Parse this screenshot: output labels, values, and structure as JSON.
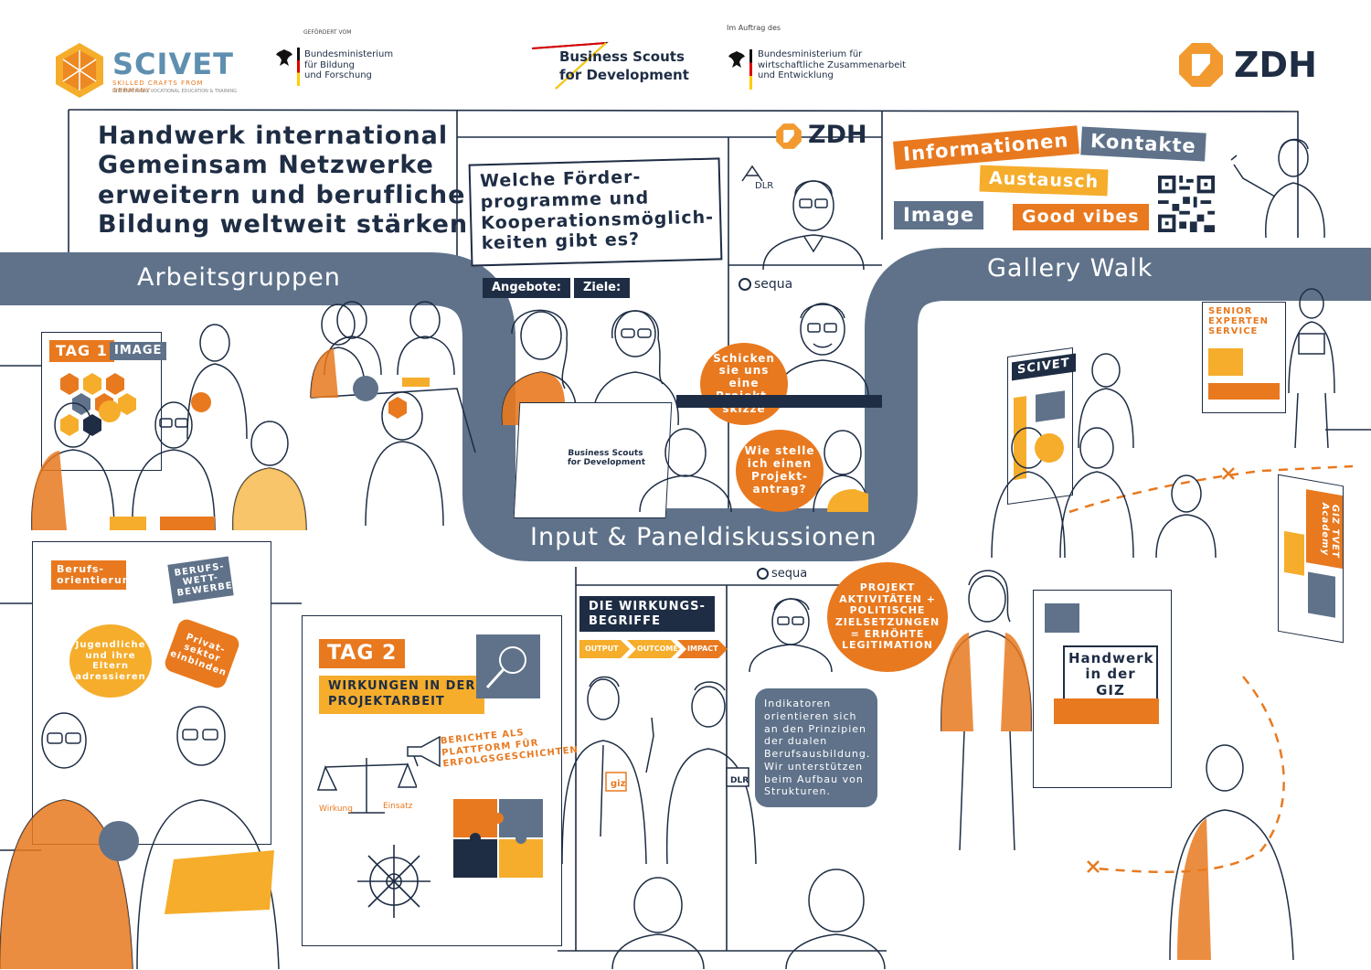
{
  "header": {
    "scivet_name": "SCIVET",
    "scivet_tagline": "SKILLED CRAFTS FROM GERMANY",
    "scivet_sub": "INTERNATIONAL VOCATIONAL EDUCATION & TRAINING",
    "bmbf_label": "GEFÖRDERT VOM",
    "bmbf_line1": "Bundesministerium",
    "bmbf_line2": "für Bildung",
    "bmbf_line3": "und Forschung",
    "bsfd_line1": "Business Scouts",
    "bsfd_line2": "for Development",
    "bmz_label": "Im Auftrag des",
    "bmz_line1": "Bundesministerium für",
    "bmz_line2": "wirtschaftliche Zusammenarbeit",
    "bmz_line3": "und Entwicklung",
    "zdh": "ZDH"
  },
  "title": {
    "line1": "Handwerk international",
    "line2": "Gemeinsam Netzwerke",
    "line3": "erweitern und berufliche",
    "line4": "Bildung weltweit stärken"
  },
  "banners": {
    "arbeitsgruppen": "Arbeitsgruppen",
    "input": "Input & Paneldiskussionen",
    "gallery": "Gallery Walk"
  },
  "panel": {
    "zdh": "ZDH",
    "question_line1": "Welche Förder-",
    "question_line2": "programme und",
    "question_line3": "Kooperationsmöglich-",
    "question_line4": "keiten gibt es?",
    "angebote": "Angebote:",
    "ziele": "Ziele:",
    "dlr": "DLR",
    "sequa": "sequa",
    "bubble1": "Schicken sie uns eine Projekt-skizze",
    "bubble2": "Wie stelle ich einen Projekt-antrag?",
    "podium_line1": "Business Scouts",
    "podium_line2": "for Development"
  },
  "gallery": {
    "tags": [
      "Informationen",
      "Kontakte",
      "Austausch",
      "Image",
      "Good vibes"
    ],
    "scivet_board": "SCIVET",
    "ses_line1": "SENIOR",
    "ses_line2": "EXPERTEN",
    "ses_line3": "SERVICE",
    "giz_board_line1": "Handwerk",
    "giz_board_line2": "in der GIZ",
    "academy_line1": "GIZ TVET",
    "academy_line2": "Academy"
  },
  "workgroups": {
    "tag1": "TAG 1",
    "image": "IMAGE",
    "berufsorientierung": "Berufs-orientierung",
    "wettbewerbe": "BERUFS-WETT-BEWERBE",
    "jugendliche": "Jugendliche und ihre Eltern adressieren",
    "privatsektor": "Privat-sektor einbinden",
    "tag2": "TAG 2",
    "wirkungen_line1": "WIRKUNGEN IN DER",
    "wirkungen_line2": "PROJEKTARBEIT",
    "berichte": "BERICHTE ALS PLATTFORM FÜR ERFOLGSGESCHICHTEN",
    "wirkung": "Wirkung",
    "einsatz": "Einsatz"
  },
  "impact": {
    "sequa": "sequa",
    "heading_line1": "DIE WIRKUNGS-",
    "heading_line2": "BEGRIFFE",
    "output": "OUTPUT",
    "outcome": "OUTCOME",
    "impact": "IMPACT",
    "bubble": "PROJEKT AKTIVITÄTEN + POLITISCHE ZIELSETZUNGEN = ERHÖHTE LEGITIMATION",
    "indikatoren": "Indikatoren orientieren sich an den Prinzipien der dualen Berufsausbildung. Wir unterstützen beim Aufbau von Strukturen.",
    "giz": "giz",
    "dlr": "DLR"
  },
  "colors": {
    "navy": "#1e2d44",
    "slate": "#5f728a",
    "orange": "#e8791f",
    "yellow": "#f5ad2b"
  }
}
